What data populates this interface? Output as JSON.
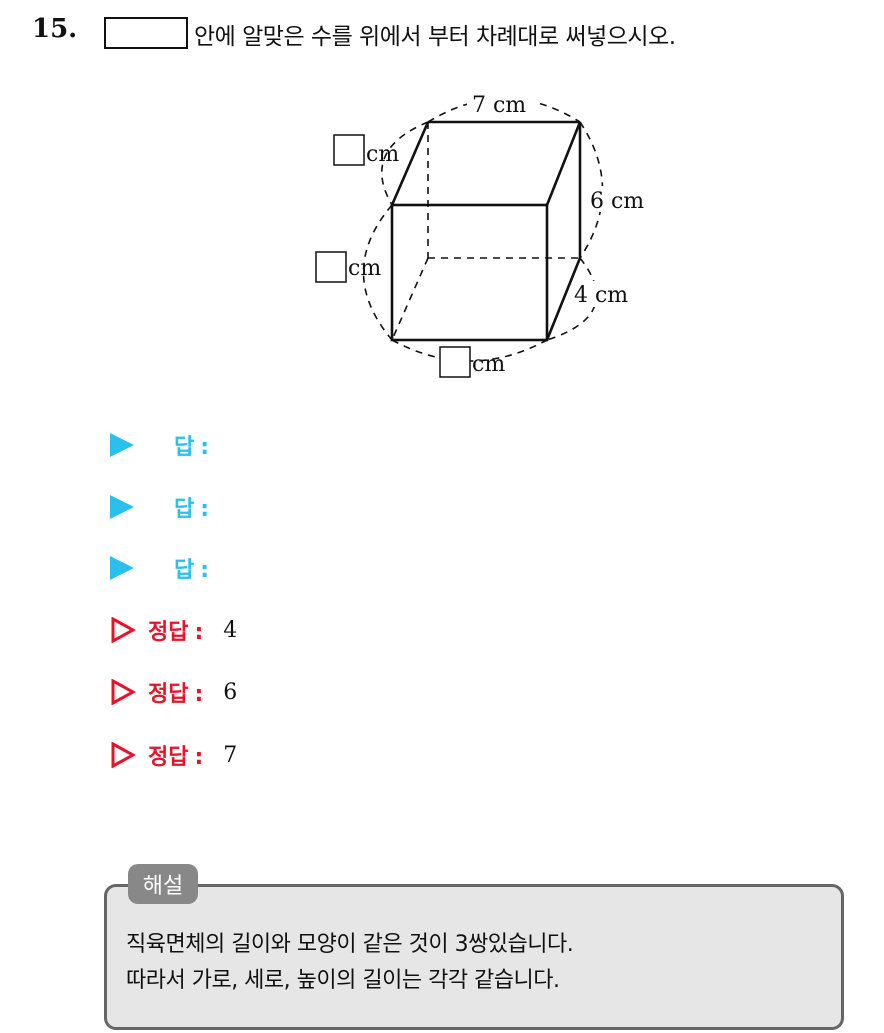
{
  "question": {
    "number": "15.",
    "text": "안에 알맞은 수를 위에서 부터 차례대로 써넣으시오."
  },
  "figure": {
    "label_top": "7 cm",
    "label_right": "6 cm",
    "label_side": "4 cm",
    "blank_unit_1": "cm",
    "blank_unit_2": "cm",
    "blank_unit_3": "cm"
  },
  "answers": [
    {
      "label": "답"
    },
    {
      "label": "답"
    },
    {
      "label": "답"
    }
  ],
  "solutions": [
    {
      "label": "정답",
      "value": "4"
    },
    {
      "label": "정답",
      "value": "6"
    },
    {
      "label": "정답",
      "value": "7"
    }
  ],
  "explanation": {
    "tag": "해설",
    "line1": "직육면체의 길이와 모양이 같은 것이 3쌍있습니다.",
    "line2": "따라서 가로, 세로, 높이의 길이는 각각 같습니다."
  },
  "colors": {
    "answer_accent": "#29c0ee",
    "solution_accent": "#e8132a",
    "explanation_bg": "#e6e6e6",
    "explanation_tag_bg": "#888888"
  }
}
